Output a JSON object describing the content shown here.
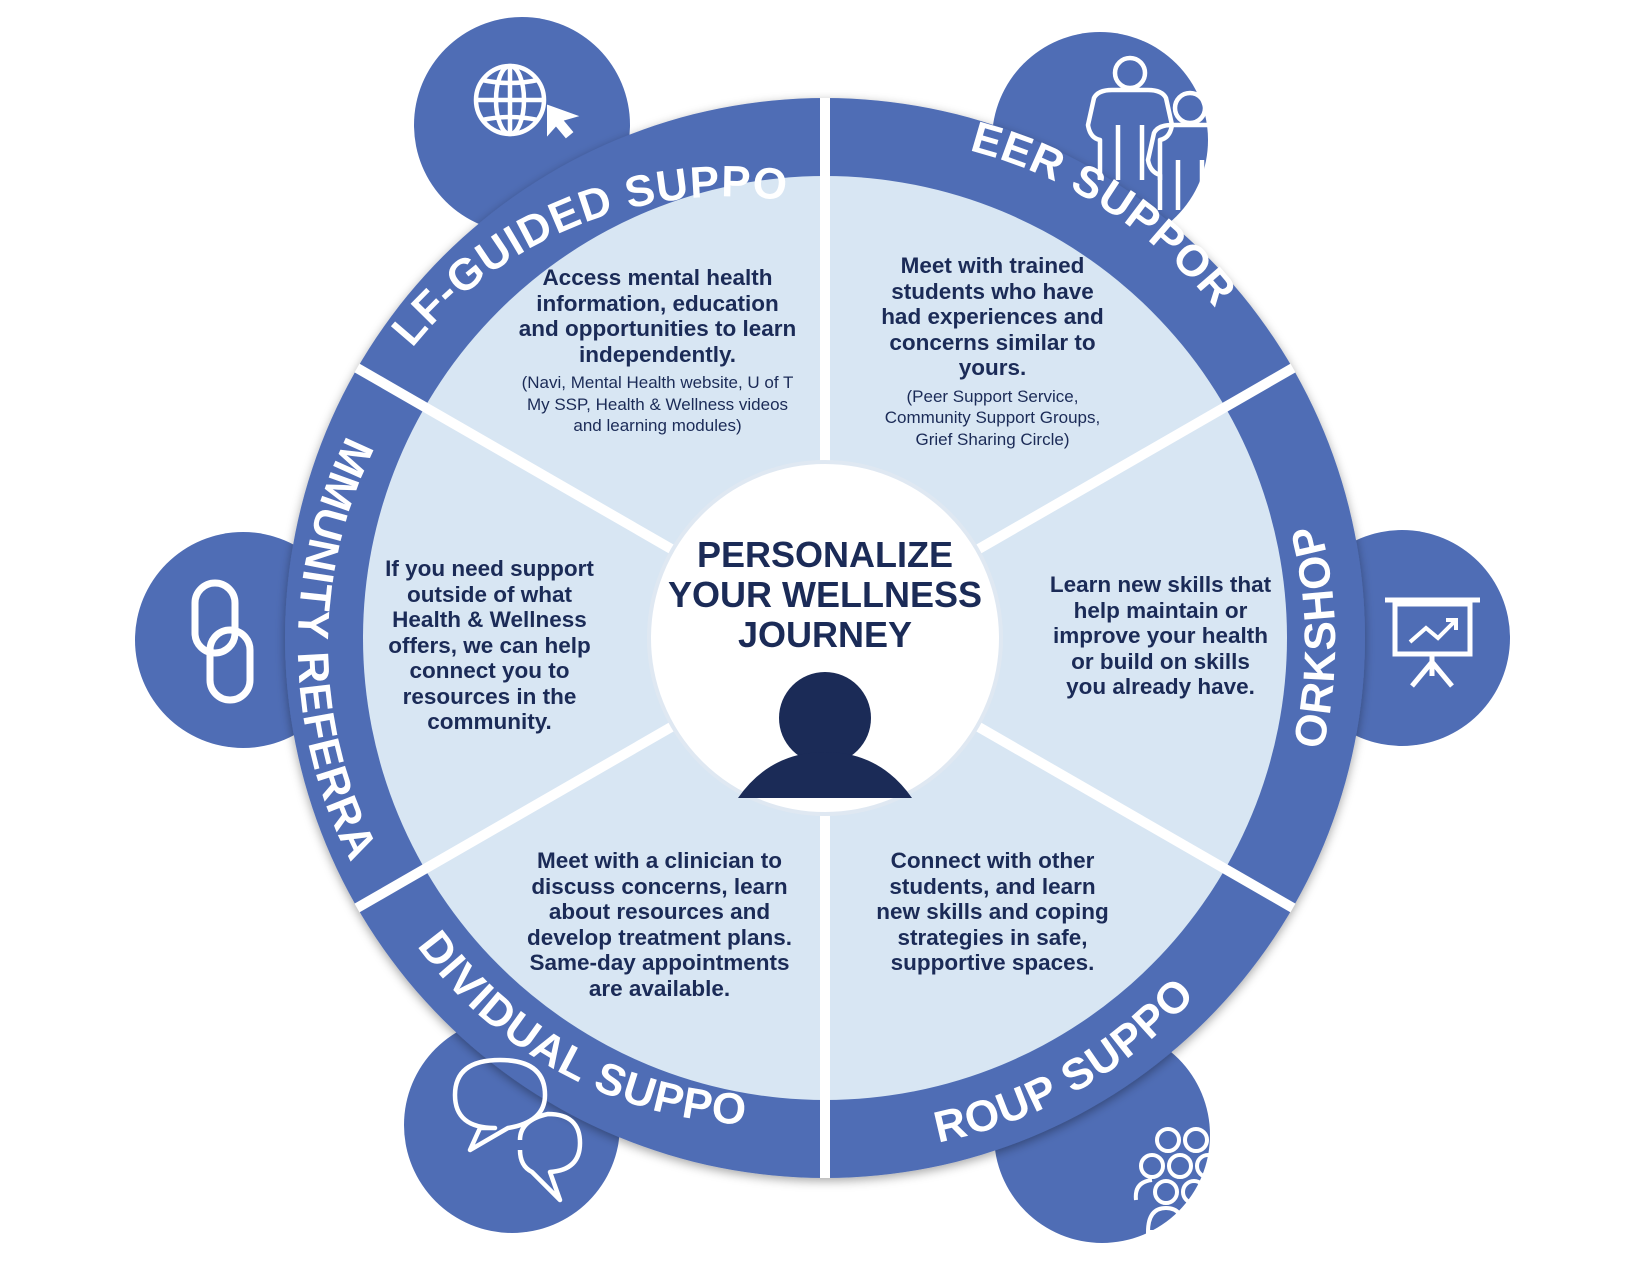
{
  "center": {
    "title_lines": [
      "PERSONALIZE",
      "YOUR WELLNESS",
      "JOURNEY"
    ]
  },
  "segments": [
    {
      "label": "SELF-GUIDED SUPPORT",
      "icon": "globe-cursor-icon",
      "description": "Access mental health information, education and opportunities to learn independently.",
      "note": "(Navi, Mental Health website, U of T My SSP, Health & Wellness videos and learning modules)"
    },
    {
      "label": "PEER SUPPORT",
      "icon": "two-people-icon",
      "description": "Meet with trained students who have had experiences and concerns similar to yours.",
      "note": "(Peer Support Service, Community Support Groups, Grief Sharing Circle)"
    },
    {
      "label": "WORKSHOPS",
      "icon": "presentation-board-icon",
      "description": "Learn new skills that help maintain or improve your health or build on skills you already have.",
      "note": ""
    },
    {
      "label": "GROUP SUPPORT",
      "icon": "group-of-people-icon",
      "description": "Connect with other students, and learn new skills and coping strategies in safe, supportive spaces.",
      "note": ""
    },
    {
      "label": "INDIVIDUAL SUPPORT",
      "icon": "speech-bubbles-icon",
      "description": "Meet with a clinician to discuss concerns, learn about resources and develop treatment plans. Same-day appointments are available.",
      "note": ""
    },
    {
      "label": "COMMUNITY REFERRALS",
      "icon": "chain-link-icon",
      "description": "If you need support outside of what Health & Wellness offers, we can help connect you to resources in the community.",
      "note": ""
    }
  ],
  "colors": {
    "ring": "#4f6db5",
    "segment_fill": "#d8e6f3",
    "divider": "#ffffff",
    "text_dark": "#1b2b57",
    "center_fill": "#ffffff"
  }
}
